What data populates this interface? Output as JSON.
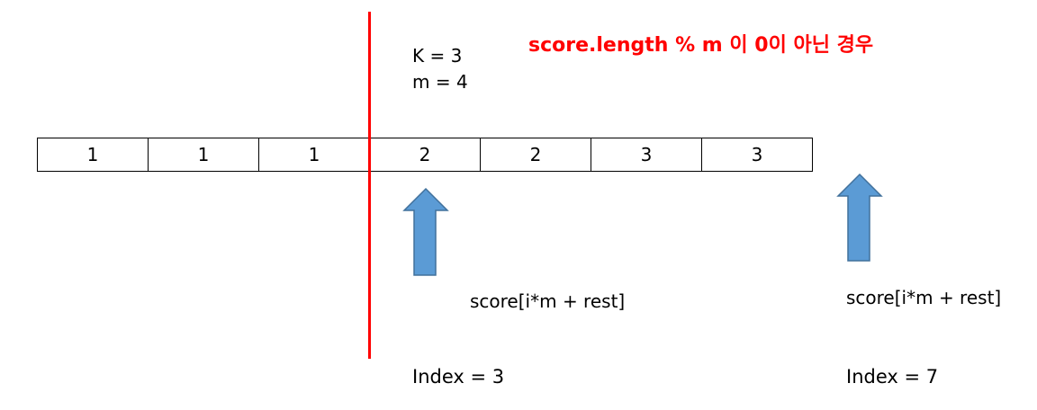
{
  "params": {
    "k_label": "K = 3",
    "m_label": "m = 4"
  },
  "title": "score.length % m 이 0이 아닌 경우",
  "array_cells": [
    "1",
    "1",
    "1",
    "2",
    "2",
    "3",
    "3"
  ],
  "pointers": [
    {
      "expression": "score[i*m + rest]",
      "index_label": "Index = 3"
    },
    {
      "expression": "score[i*m + rest]",
      "index_label": "Index = 7"
    }
  ],
  "colors": {
    "divider": "#ff0000",
    "title": "#ff0000",
    "arrow_fill": "#5b9bd5",
    "arrow_stroke": "#41719c"
  }
}
